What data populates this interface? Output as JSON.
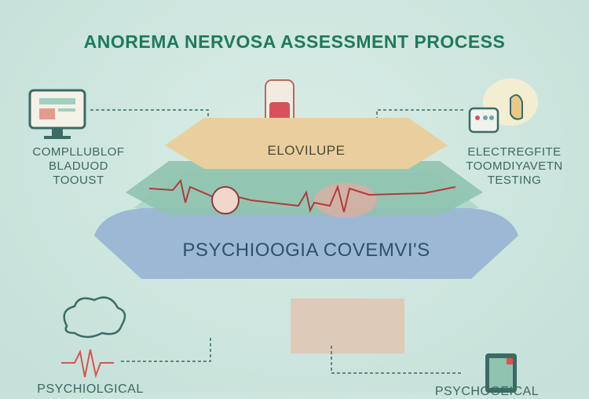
{
  "title": "ANOREMA NERVOSA ASSESSMENT PROCESS",
  "left_label": [
    "COMPLLUBLOF",
    "BLADUOD",
    "TOOUST"
  ],
  "right_label": [
    "ELECTREGFITE",
    "TOOMDIYAVETN",
    "TESTING"
  ],
  "top_layer_label": "ELOVILUPE",
  "bottom_layer_label": "PSYCHIOOGIA COVEMVI'S",
  "bottom_left_label": "PSYCHIOLGICAL",
  "bottom_right_label": "PSYCHOGEICAL",
  "colors": {
    "title": "#1f7a5c",
    "top_layer": "#e9cf9d",
    "mid_layer": "#8fc3af",
    "bottom_layer": "#97b3d3",
    "ecg": "#c0392b"
  }
}
